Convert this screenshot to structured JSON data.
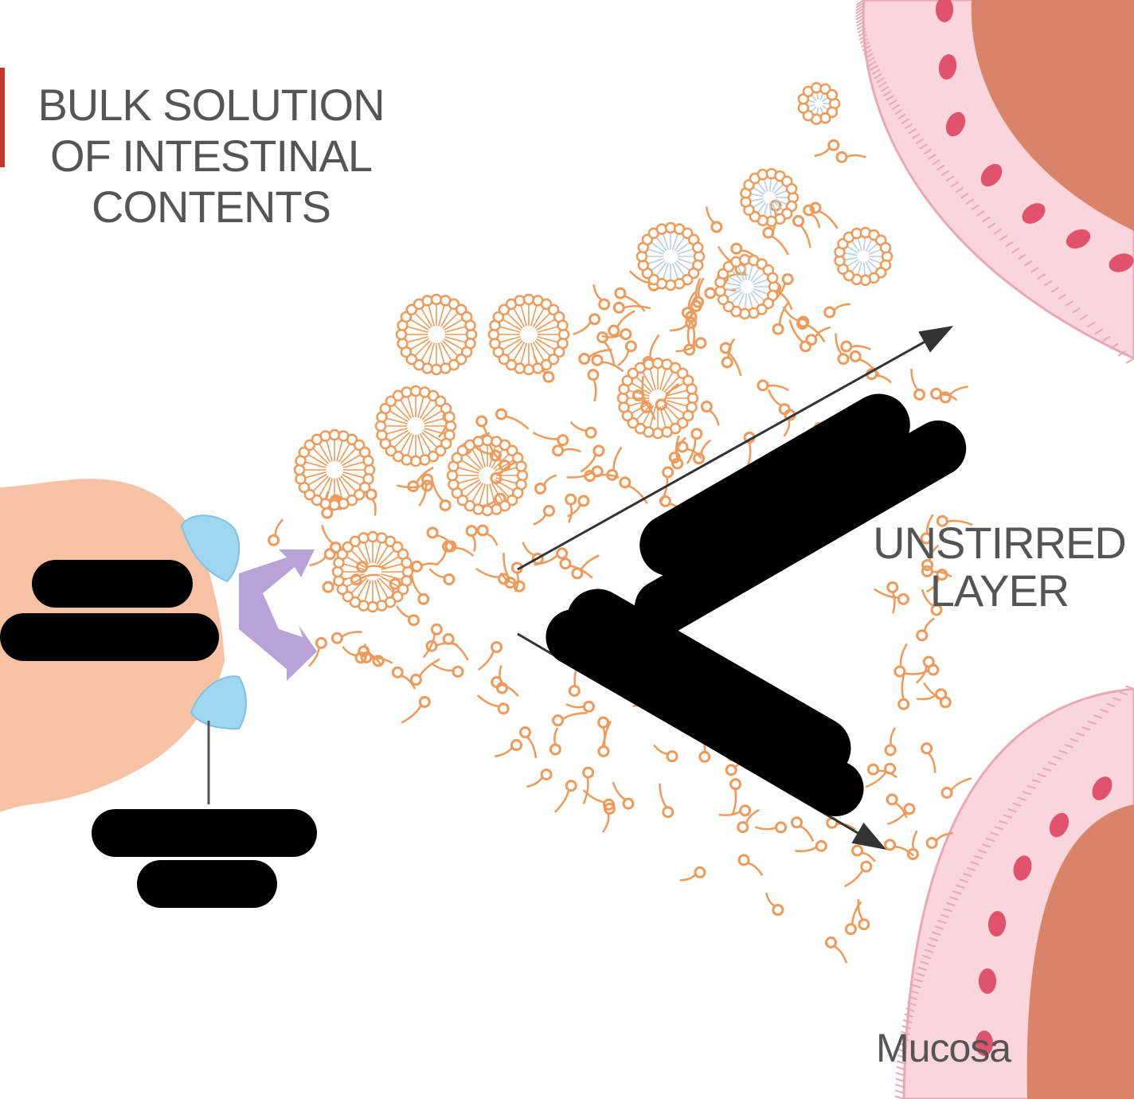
{
  "labels": {
    "bulk_solution": "BULK SOLUTION\nOF INTESTINAL\nCONTENTS",
    "unstirred_layer": "UNSTIRRED\nLAYER",
    "mucosa": "Mucosa"
  },
  "colors": {
    "lipid": "#ee9a5a",
    "droplet": "#f8c3a5",
    "enzyme": "#9ed7ef",
    "product_arrow": "#b9a2d6",
    "mucosa_cells": "#fad6dc",
    "mucosa_core": "#d9836a",
    "nucleus": "#e0526d",
    "redaction": "#000000"
  }
}
